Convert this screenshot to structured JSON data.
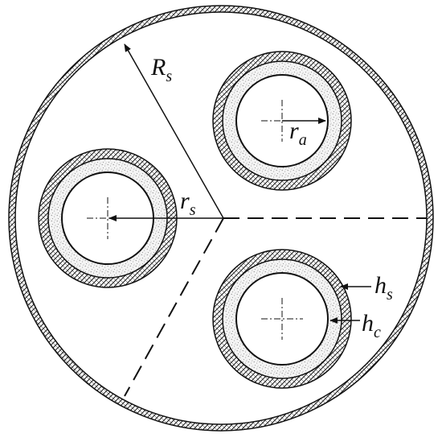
{
  "labels": {
    "R_s": {
      "main": "R",
      "sub": "s"
    },
    "r_s": {
      "main": "r",
      "sub": "s"
    },
    "r_a": {
      "main": "r",
      "sub": "a"
    },
    "h_s": {
      "main": "h",
      "sub": "s"
    },
    "h_c": {
      "main": "h",
      "sub": "c"
    }
  },
  "colors": {
    "stroke": "#111111",
    "background": "#ffffff",
    "sheath_hatch": "#222222",
    "insulation_dots": "#9a9a9a"
  },
  "conductors": {
    "count": 3,
    "layers": [
      "conductor-bore",
      "insulation-layer",
      "sheath-layer"
    ]
  }
}
